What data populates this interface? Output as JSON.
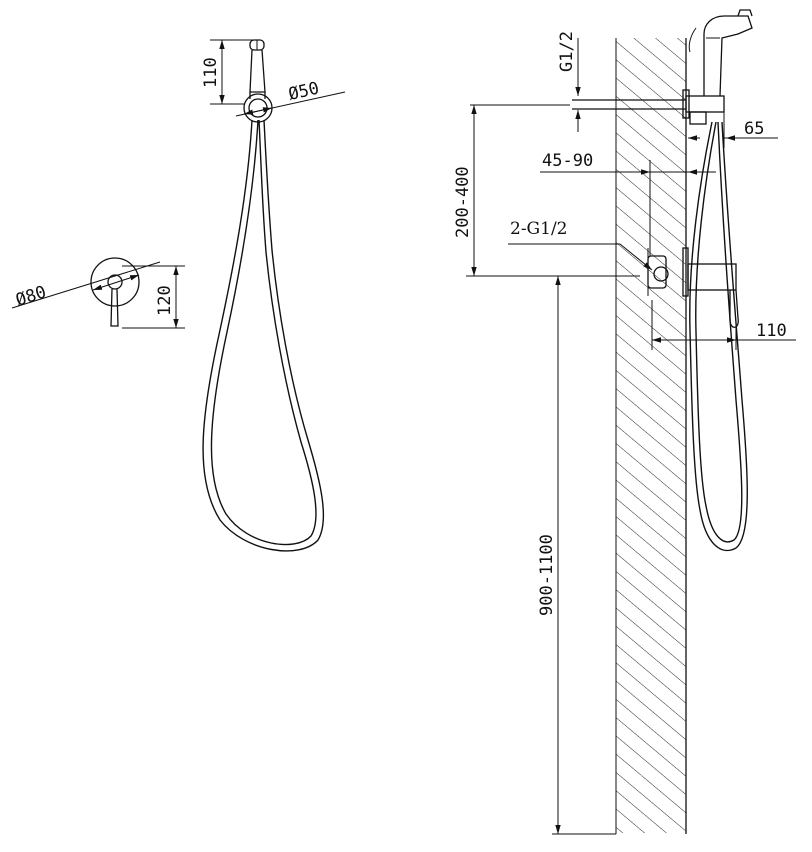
{
  "dimensions": {
    "nozzle_height": "110",
    "holder_diameter": "Ø50",
    "plate_diameter": "Ø80",
    "plate_height": "120",
    "inlet_thread": "G1/2",
    "holder_offset": "200-400",
    "wall_depth": "45-90",
    "holder_projection": "65",
    "valve_thread": "2-G1/2",
    "valve_projection": "110",
    "mount_height": "900-1100"
  }
}
